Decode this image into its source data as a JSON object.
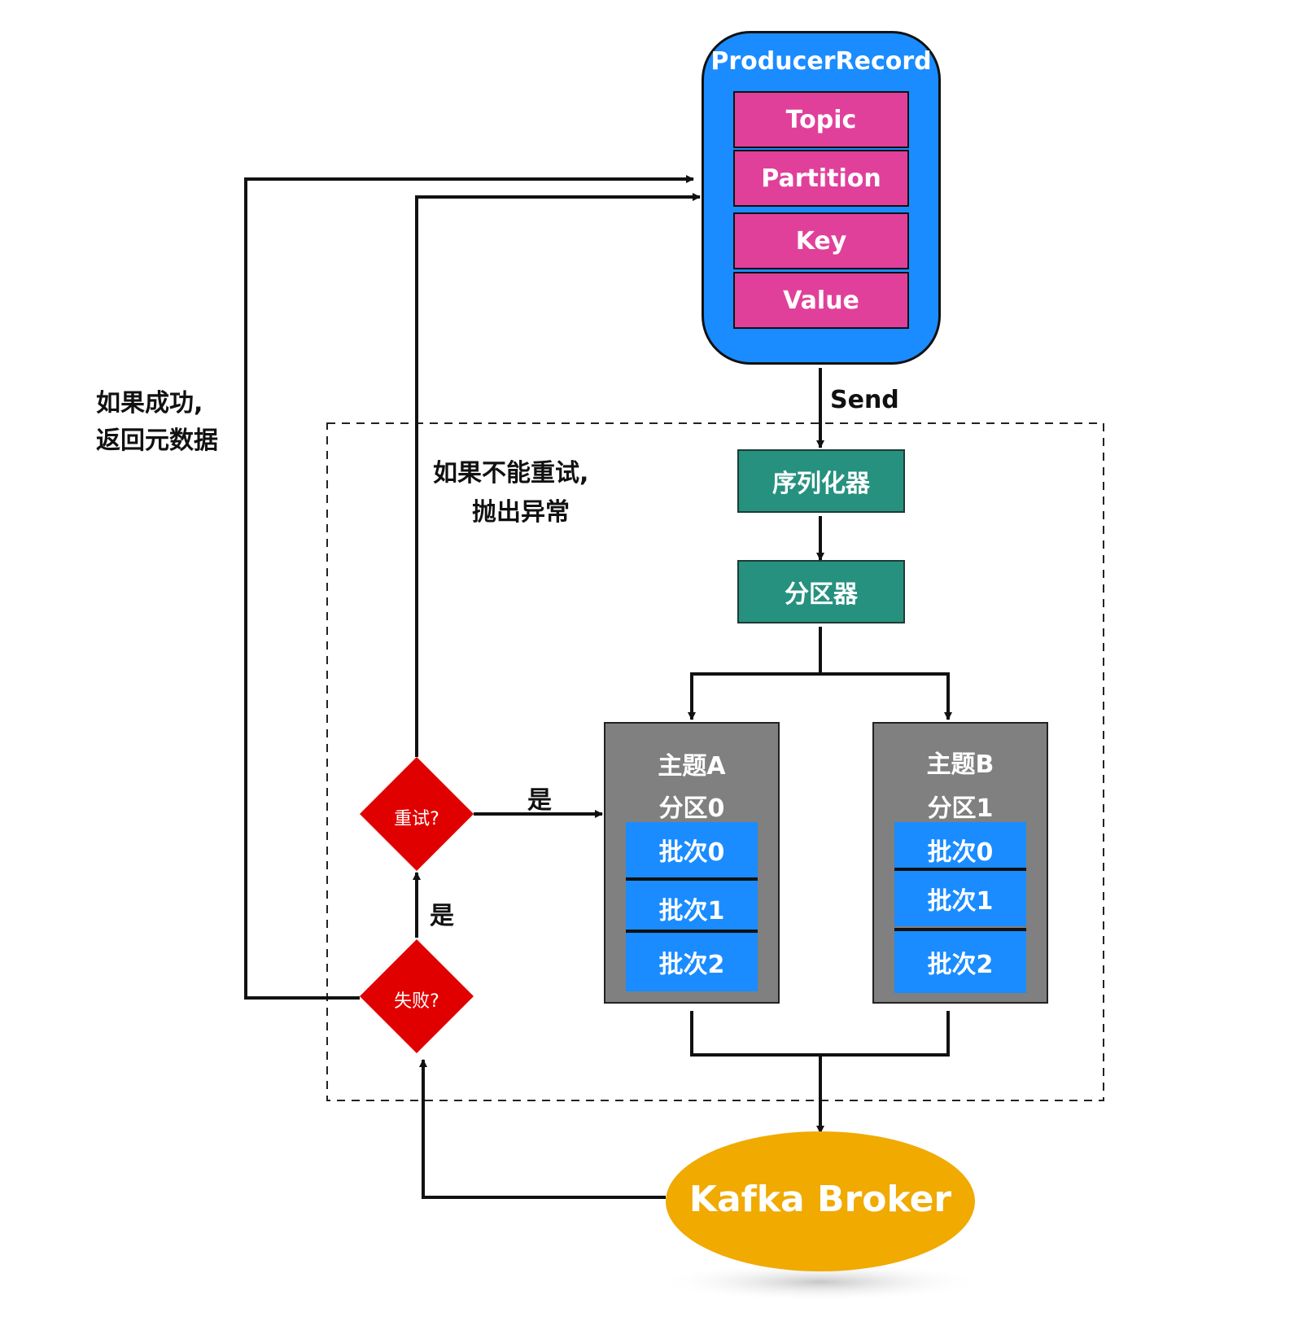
{
  "producer_record": {
    "title": "ProducerRecord",
    "fields": [
      "Topic",
      "Partition",
      "Key",
      "Value"
    ]
  },
  "send_label": "Send",
  "serializer": "序列化器",
  "partitioner": "分区器",
  "partitions": [
    {
      "topic": "主题A",
      "partition": "分区0",
      "batches": [
        "批次0",
        "批次1",
        "批次2"
      ]
    },
    {
      "topic": "主题B",
      "partition": "分区1",
      "batches": [
        "批次0",
        "批次1",
        "批次2"
      ]
    }
  ],
  "retry_diamond": "重试?",
  "fail_diamond": "失败?",
  "yes_label_retry": "是",
  "yes_label_fail": "是",
  "success_note": [
    "如果成功,",
    "返回元数据"
  ],
  "no_retry_note": [
    "如果不能重试,",
    "抛出异常"
  ],
  "broker": "Kafka Broker",
  "colors": {
    "record_blue": "#1a8cff",
    "field_pink": "#e0409a",
    "component_teal": "#26917f",
    "partition_gray": "#808080",
    "diamond_red": "#e00000",
    "broker_gold": "#f0aa00"
  }
}
